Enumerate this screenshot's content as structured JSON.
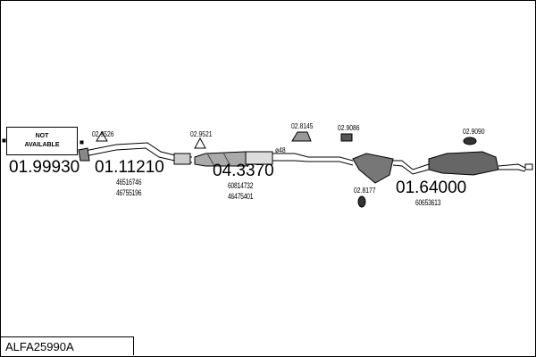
{
  "not_available": {
    "line1": "NOT",
    "line2": "AVAILABLE"
  },
  "article_code": "ALFA25990A",
  "parts": [
    {
      "number": "01.99930"
    },
    {
      "number": "01.11210",
      "oem": [
        "46516746",
        "46755196"
      ]
    },
    {
      "number": "04.3370",
      "oem": [
        "60814732",
        "46475401"
      ]
    },
    {
      "number": "01.64000",
      "oem": [
        "60653613"
      ]
    }
  ],
  "accessories": [
    "02.9526",
    "02.9521",
    "02.8145",
    "02.9086",
    "02.9090",
    "02.8177"
  ],
  "diameter": "ø48"
}
